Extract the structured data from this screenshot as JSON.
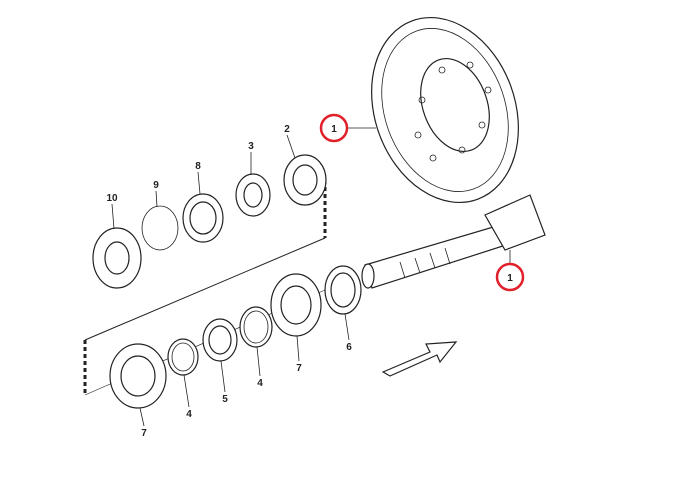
{
  "diagram": {
    "callouts": {
      "ring_gear": "1",
      "pinion": "1",
      "washer_2": "2",
      "nut_3": "3",
      "ring_8": "8",
      "oring_9": "9",
      "seal_10": "10",
      "shim_6": "6",
      "bearing_7_upper": "7",
      "ring_4_upper": "4",
      "spacer_5": "5",
      "ring_4_lower": "4",
      "bearing_7_lower": "7"
    },
    "highlight_color": "#e0202a"
  }
}
